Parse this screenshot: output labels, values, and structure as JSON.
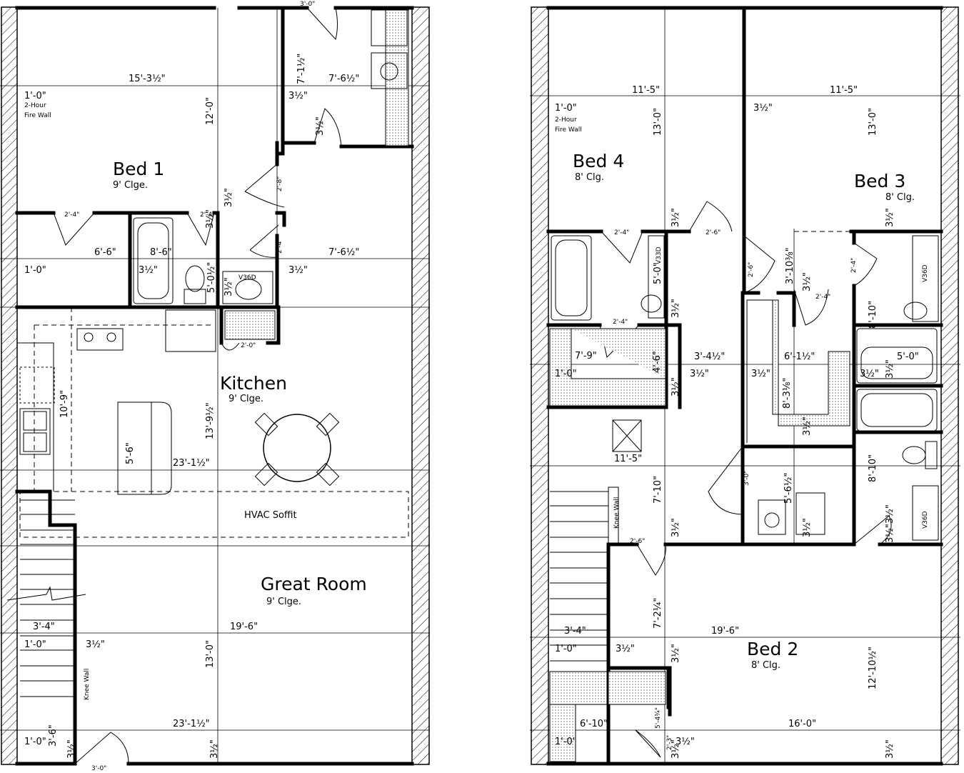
{
  "floor1": {
    "rooms": [
      {
        "id": "bed1",
        "name": "Bed 1",
        "ceiling": "9' Clge."
      },
      {
        "id": "kitchen",
        "name": "Kitchen",
        "ceiling": "9' Clge."
      },
      {
        "id": "great-room",
        "name": "Great Room",
        "ceiling": "9' Clge."
      }
    ],
    "notes": [
      {
        "id": "fire-wall-h",
        "text": "2-Hour"
      },
      {
        "id": "fire-wall-w",
        "text": "Fire Wall"
      },
      {
        "id": "hvac",
        "text": "HVAC Soffit"
      },
      {
        "id": "knee-wall",
        "text": "Knee Wall"
      },
      {
        "id": "v36d",
        "text": "V36D"
      }
    ],
    "dims": [
      "15'-3½\"",
      "1'-0\"",
      "12'-0\"",
      "7'-1½\"",
      "7'-6½\"",
      "3½\"",
      "3½\"",
      "2'-8\"",
      "3½\"",
      "2'-4\"",
      "2'-4\"",
      "3½\"",
      "6'-6\"",
      "8'-6\"",
      "2'-4\"",
      "7'-6½\"",
      "1'-0\"",
      "3½\"",
      "5'-0½\"",
      "3½\"",
      "3½\"",
      "2'-0\"",
      "10'-9\"",
      "13'-9½\"",
      "5'-6\"",
      "23'-1½\"",
      "19'-6\"",
      "3'-4\"",
      "1'-0\"",
      "3½\"",
      "13'-0\"",
      "23'-1½\"",
      "1'-0\"",
      "3'-6\"",
      "3½\"",
      "3½\"",
      "3'-0\"",
      "3'-0\""
    ]
  },
  "floor2": {
    "rooms": [
      {
        "id": "bed4",
        "name": "Bed 4",
        "ceiling": "8' Clg."
      },
      {
        "id": "bed3",
        "name": "Bed 3",
        "ceiling": "8' Clg."
      },
      {
        "id": "bed2",
        "name": "Bed 2",
        "ceiling": "8' Clg."
      }
    ],
    "notes": [
      {
        "id": "fire-wall-h",
        "text": "2-Hour"
      },
      {
        "id": "fire-wall-w",
        "text": "Fire Wall"
      },
      {
        "id": "knee-wall",
        "text": "Knee Wall"
      },
      {
        "id": "v33d",
        "text": "V33D"
      },
      {
        "id": "v36d-a",
        "text": "V36D"
      },
      {
        "id": "v36d-b",
        "text": "V36D"
      }
    ],
    "dims": [
      "11'-5\"",
      "11'-5\"",
      "1'-0\"",
      "3½\"",
      "13'-0\"",
      "13'-0\"",
      "3½\"",
      "2'-4\"",
      "2'-6\"",
      "3½\"",
      "3'-10⅜\"",
      "2'-6\"",
      "5'-0\"",
      "3½\"",
      "2'-4\"",
      "3½\"",
      "2'-4\"",
      "2'-4\"",
      "8'-10\"",
      "7'-9\"",
      "4'-6\"",
      "1'-0\"",
      "3'-4½\"",
      "3½\"",
      "3½\"",
      "6'-1½\"",
      "8'-3⅛\"",
      "3½\"",
      "5'-0\"",
      "3½\"",
      "3½\"",
      "3½\"",
      "11'-5\"",
      "3'-0\"",
      "7'-10\"",
      "5'-6½\"",
      "3½\"",
      "8'-10\"",
      "3½\"",
      "2'-6\"",
      "3½\"",
      "7'-2¼\"",
      "3'-4\"",
      "19'-6\"",
      "1'-0\"",
      "3½\"",
      "3½\"",
      "12'-10½\"",
      "6'-10\"",
      "16'-0\"",
      "1'-0\"",
      "3½\"",
      "3½\"",
      "3½\"",
      "5'-4¾\"",
      "2'-3\"",
      "3½\""
    ]
  }
}
